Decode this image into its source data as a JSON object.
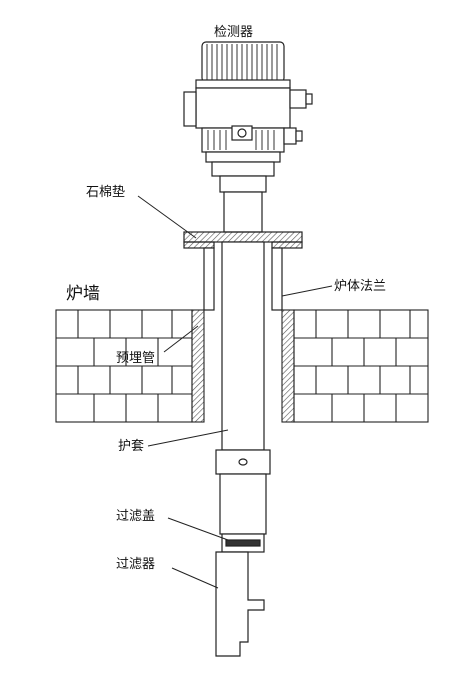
{
  "labels": {
    "detector": "检测器",
    "asbestos_gasket": "石棉垫",
    "furnace_wall": "炉墙",
    "furnace_flange": "炉体法兰",
    "embedded_pipe": "预埋管",
    "sheath": "护套",
    "filter_cap": "过滤盖",
    "filter": "过滤器"
  },
  "colors": {
    "stroke": "#222222",
    "brick_fill": "#ffffff",
    "flange_hatch": "#555555"
  }
}
